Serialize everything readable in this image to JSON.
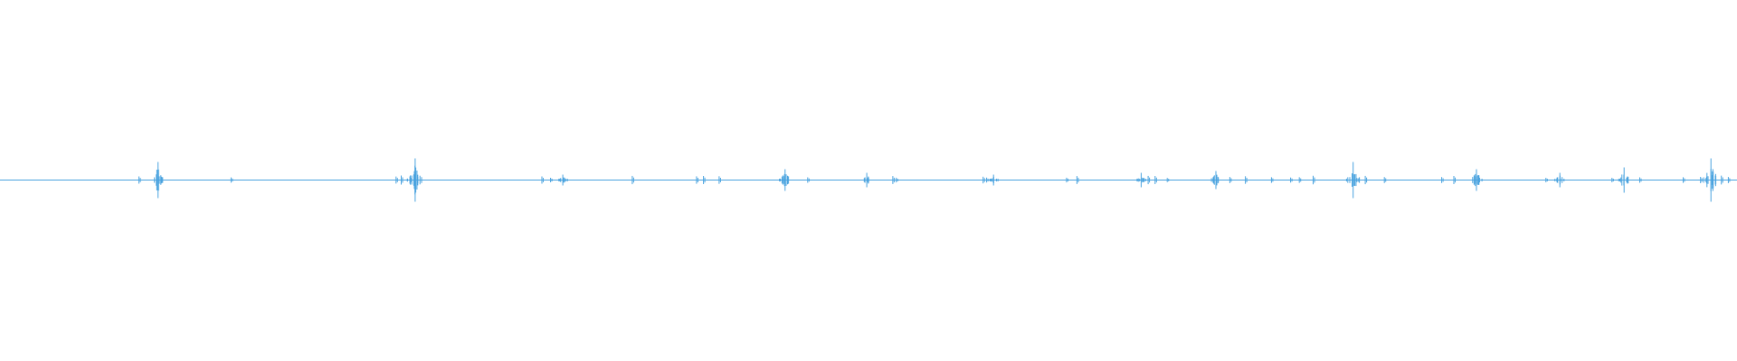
{
  "waveform": {
    "color": "#4aa3df",
    "background": "#ffffff",
    "baseline": 0.0,
    "amplitude_range": [
      -1,
      1
    ],
    "bursts": [
      {
        "t": 0.091,
        "amp": 0.1
      },
      {
        "t": 0.239,
        "amp": 0.12
      },
      {
        "t": 0.324,
        "amp": 0.03
      },
      {
        "t": 0.452,
        "amp": 0.06
      },
      {
        "t": 0.499,
        "amp": 0.04
      },
      {
        "t": 0.572,
        "amp": 0.03
      },
      {
        "t": 0.657,
        "amp": 0.04
      },
      {
        "t": 0.7,
        "amp": 0.05
      },
      {
        "t": 0.779,
        "amp": 0.1
      },
      {
        "t": 0.85,
        "amp": 0.06
      },
      {
        "t": 0.898,
        "amp": 0.04
      },
      {
        "t": 0.935,
        "amp": 0.07
      },
      {
        "t": 0.985,
        "amp": 0.12
      }
    ],
    "small_events": [
      0.08,
      0.133,
      0.228,
      0.231,
      0.236,
      0.312,
      0.317,
      0.364,
      0.401,
      0.405,
      0.414,
      0.465,
      0.514,
      0.516,
      0.566,
      0.568,
      0.614,
      0.62,
      0.661,
      0.665,
      0.672,
      0.708,
      0.717,
      0.732,
      0.743,
      0.748,
      0.756,
      0.786,
      0.797,
      0.83,
      0.837,
      0.89,
      0.928,
      0.944,
      0.969,
      0.979,
      0.991,
      0.995
    ]
  }
}
